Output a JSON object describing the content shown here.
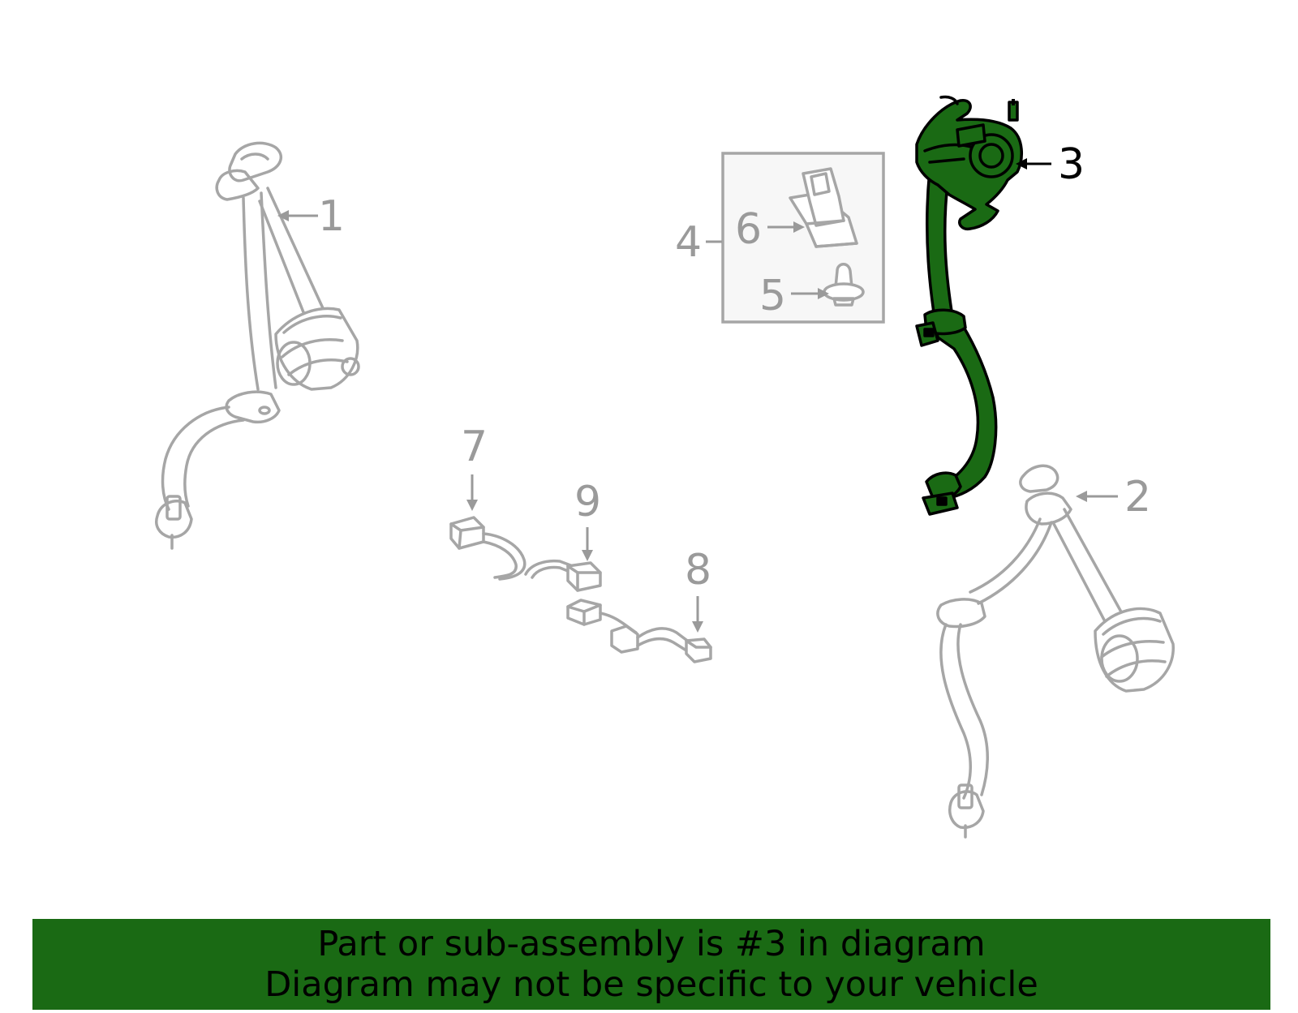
{
  "colors": {
    "highlight": "#1a6a14",
    "outline_inactive": "#a6a6a6",
    "callout_inactive": "#9a9a9a",
    "callout_active": "#000000",
    "kit_box_fill": "#f7f7f7"
  },
  "callouts": {
    "c1": "1",
    "c2": "2",
    "c3": "3",
    "c4": "4",
    "c5": "5",
    "c6": "6",
    "c7": "7",
    "c8": "8",
    "c9": "9"
  },
  "highlighted_part": "3",
  "banner": {
    "line1": "Part or sub-assembly is #3 in diagram",
    "line2": "Diagram may not be specific to your vehicle"
  }
}
